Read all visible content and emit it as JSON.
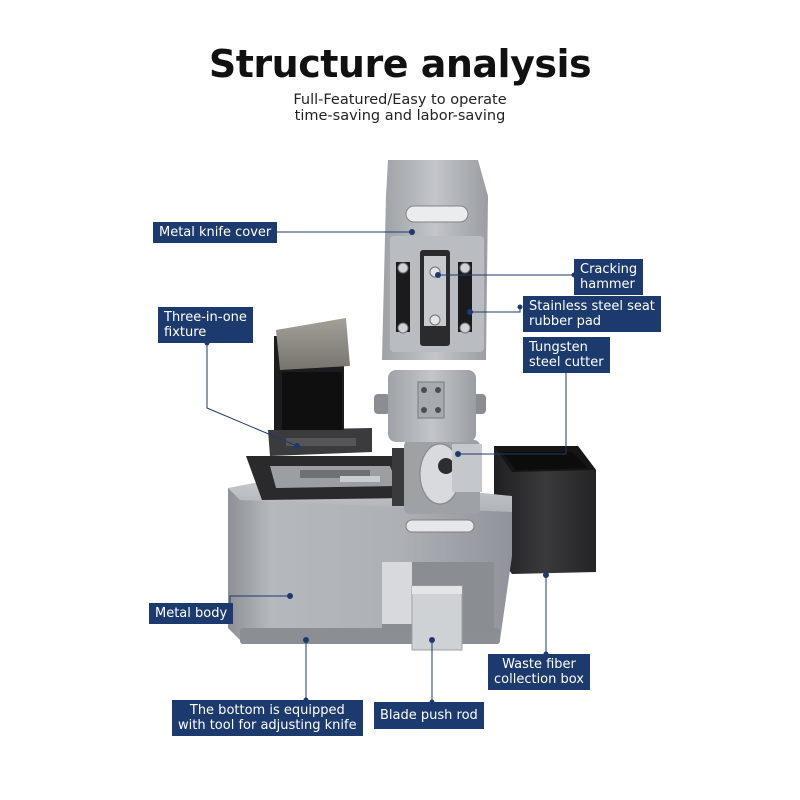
{
  "header": {
    "title": "Structure analysis",
    "subtitle_line1": "Full-Featured/Easy to operate",
    "subtitle_line2": "time-saving and labor-saving"
  },
  "labels": {
    "metal_knife_cover": "Metal knife cover",
    "cracking_hammer_1": "Cracking",
    "cracking_hammer_2": "hammer",
    "seat_pad_1": "Stainless steel seat",
    "seat_pad_2": "rubber pad",
    "fixture_1": "Three-in-one",
    "fixture_2": "fixture",
    "cutter_1": "Tungsten",
    "cutter_2": "steel cutter",
    "metal_body": "Metal body",
    "waste_box_1": "Waste fiber",
    "waste_box_2": "collection box",
    "bottom_tool_1": "The bottom is equipped",
    "bottom_tool_2": "with tool for adjusting knife",
    "blade_rod": "Blade push rod"
  },
  "colors": {
    "label_bg": "#1d3a6e",
    "label_text": "#ffffff",
    "metal": "#a7abb0",
    "dark_part": "#2b2b2d"
  }
}
